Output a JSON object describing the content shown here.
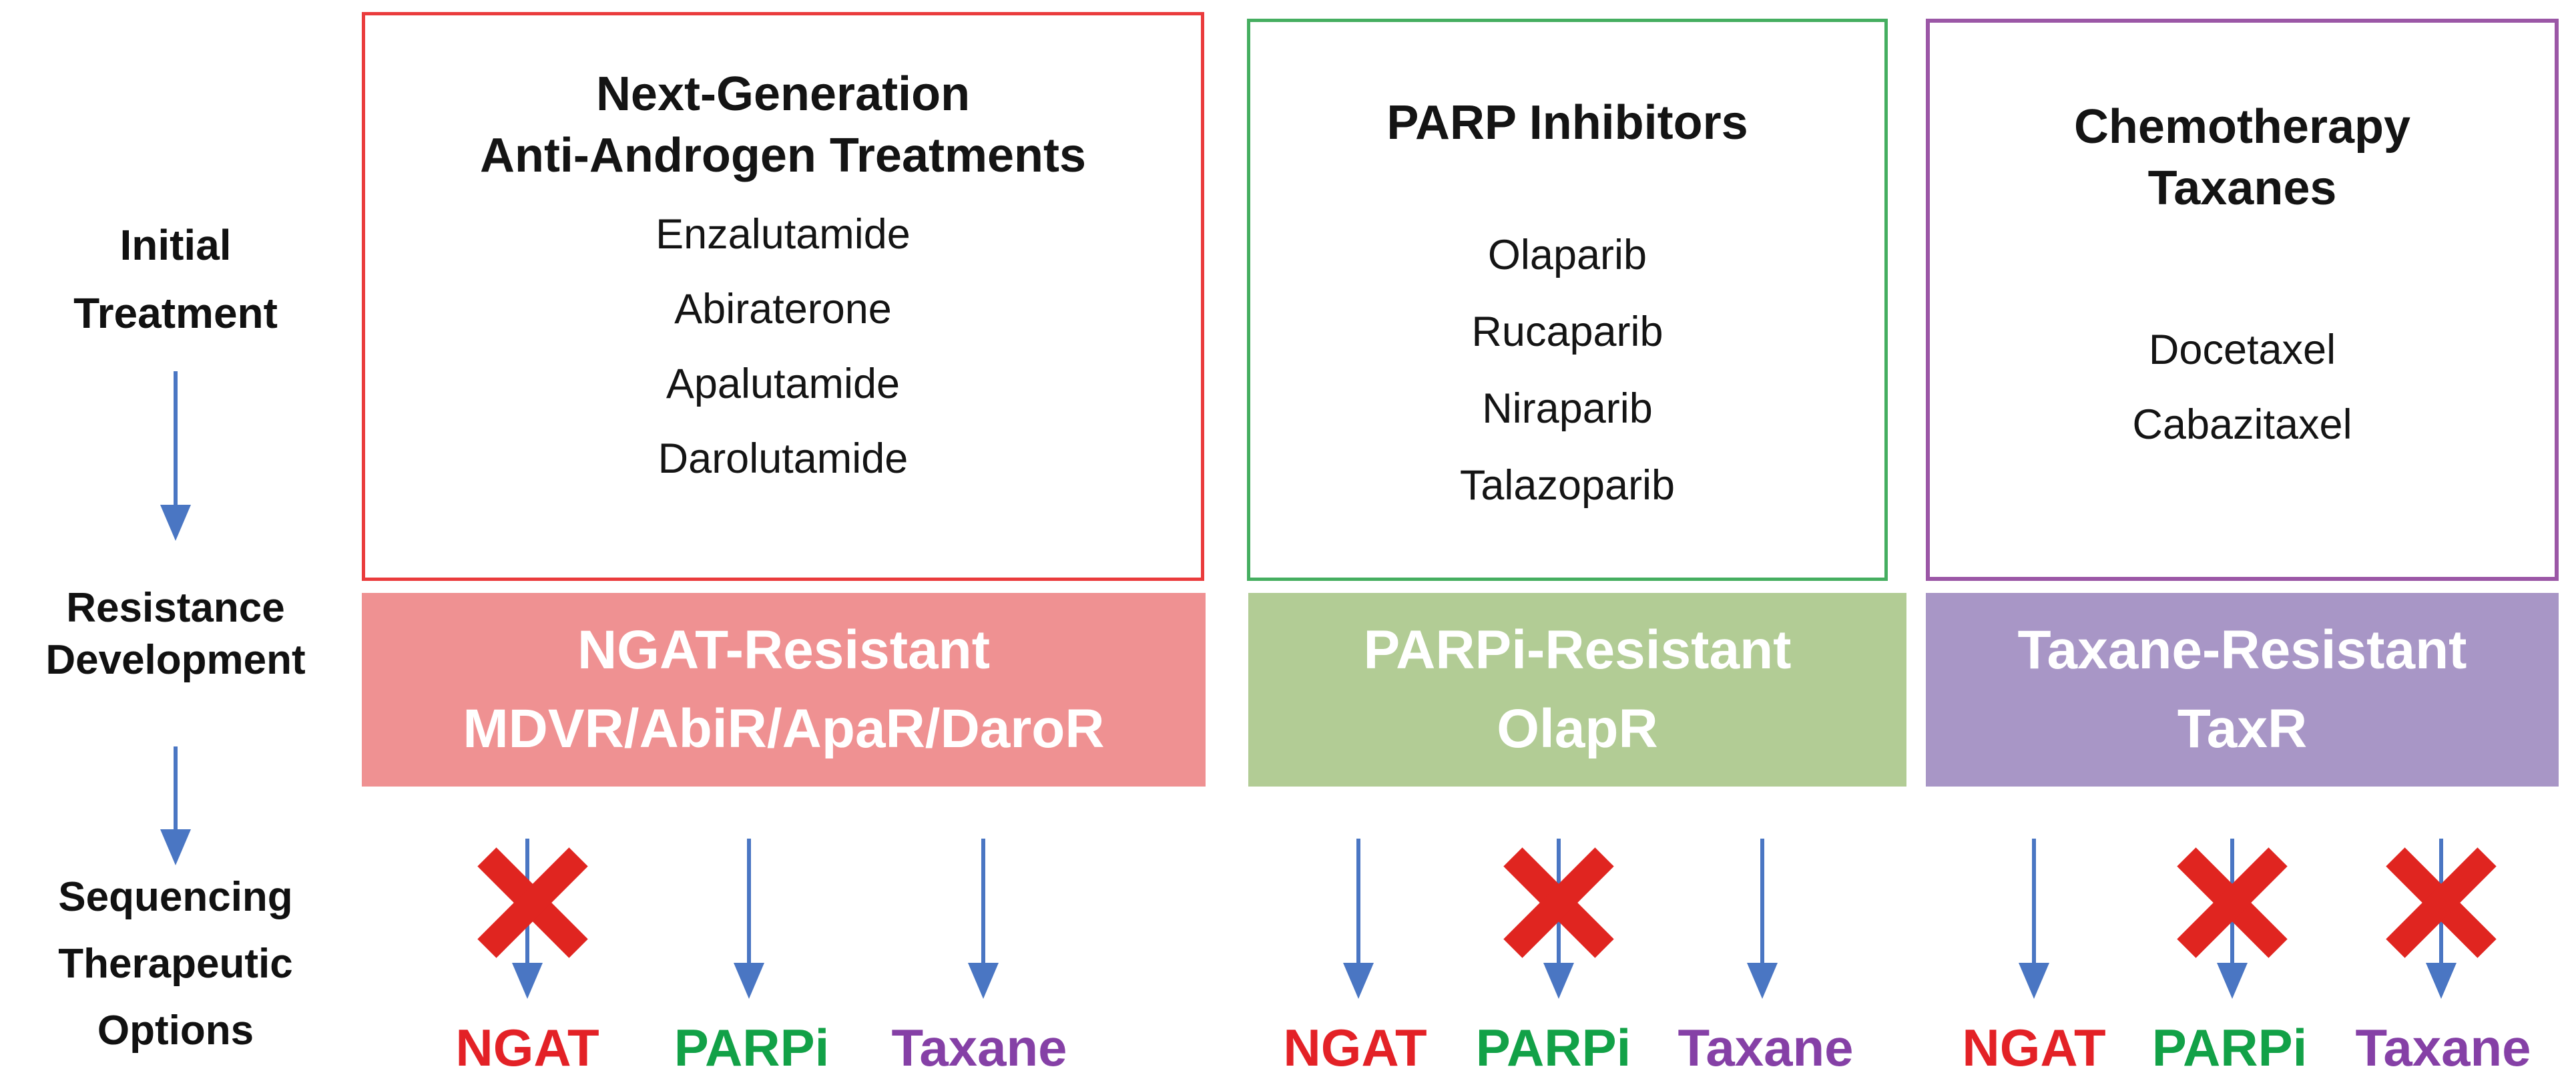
{
  "colors": {
    "arrow_blue": "#4a76c3",
    "cross_red": "#e02520",
    "ngat_red": "#e32126",
    "parpi_green": "#12a147",
    "taxane_purple": "#8540a6"
  },
  "left_rail": {
    "stage1_lines": [
      "Initial",
      "Treatment"
    ],
    "stage2_lines": [
      "Resistance",
      "Development"
    ],
    "stage3_lines": [
      "Sequencing",
      "Therapeutic",
      "Options"
    ]
  },
  "columns": [
    {
      "name": "next-generation-anti-androgen-treatments",
      "box": {
        "border_color": "#ea3b3c",
        "title_lines": [
          "Next-Generation",
          "Anti-Androgen Treatments"
        ],
        "items": [
          "Enzalutamide",
          "Abiraterone",
          "Apalutamide",
          "Darolutamide"
        ]
      },
      "banner": {
        "bg_color": "#ef9192",
        "lines": [
          "NGAT-Resistant",
          "MDVR/AbiR/ApaR/DaroR"
        ]
      },
      "options": [
        {
          "label": "NGAT",
          "color": "#e32126",
          "crossed": true
        },
        {
          "label": "PARPi",
          "color": "#12a147",
          "crossed": false
        },
        {
          "label": "Taxane",
          "color": "#8540a6",
          "crossed": false
        }
      ]
    },
    {
      "name": "parp-inhibitors",
      "box": {
        "border_color": "#45ae60",
        "title_lines": [
          "PARP Inhibitors"
        ],
        "items": [
          "Olaparib",
          "Rucaparib",
          "Niraparib",
          "Talazoparib"
        ]
      },
      "banner": {
        "bg_color": "#b2cc95",
        "lines": [
          "PARPi-Resistant",
          "OlapR"
        ]
      },
      "options": [
        {
          "label": "NGAT",
          "color": "#e32126",
          "crossed": false
        },
        {
          "label": "PARPi",
          "color": "#12a147",
          "crossed": true
        },
        {
          "label": "Taxane",
          "color": "#8540a6",
          "crossed": false
        }
      ]
    },
    {
      "name": "chemotherapy-taxanes",
      "box": {
        "border_color": "#9b57a6",
        "title_lines": [
          "Chemotherapy",
          "Taxanes"
        ],
        "items": [
          "Docetaxel",
          "Cabazitaxel"
        ]
      },
      "banner": {
        "bg_color": "#a896c6",
        "lines": [
          "Taxane-Resistant",
          "TaxR"
        ]
      },
      "options": [
        {
          "label": "NGAT",
          "color": "#e32126",
          "crossed": false
        },
        {
          "label": "PARPi",
          "color": "#12a147",
          "crossed": true
        },
        {
          "label": "Taxane",
          "color": "#8540a6",
          "crossed": true
        }
      ]
    }
  ]
}
